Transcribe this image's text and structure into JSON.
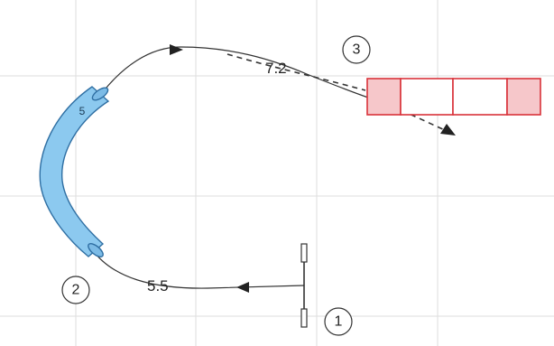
{
  "diagram": {
    "segment_labels": {
      "bottom": "5.5",
      "top": "7.2"
    },
    "markers": [
      {
        "id": "1",
        "label": "1"
      },
      {
        "id": "2",
        "label": "2"
      },
      {
        "id": "3",
        "label": "3"
      }
    ],
    "curved_tube_label": "5",
    "colors": {
      "tube_fill": "#8cc9ef",
      "tube_stroke": "#2f6fa3",
      "box_stroke": "#d9323a",
      "box_end_fill": "#f6c7ca",
      "grid": "#dddddd",
      "line": "#333333"
    }
  }
}
